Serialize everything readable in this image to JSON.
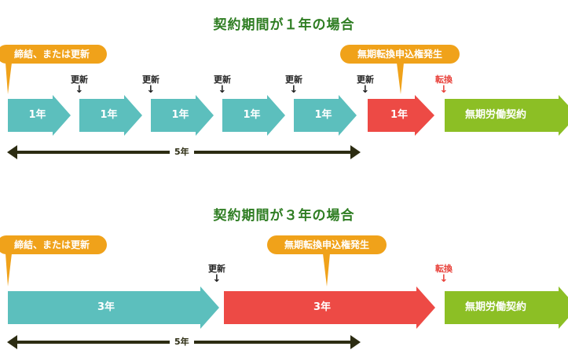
{
  "colors": {
    "teal": "#5cbfbd",
    "red": "#ed4a45",
    "green": "#8cbf25",
    "orange": "#f0a21a",
    "title_green": "#2e7d22",
    "dark_arrow": "#2c2c12"
  },
  "section1": {
    "title": "契約期間が１年の場合",
    "callout_start": "締結、または更新",
    "callout_right": "無期転換申込権発生",
    "arrows": [
      {
        "label": "1年",
        "color": "teal"
      },
      {
        "label": "1年",
        "color": "teal"
      },
      {
        "label": "1年",
        "color": "teal"
      },
      {
        "label": "1年",
        "color": "teal"
      },
      {
        "label": "1年",
        "color": "teal"
      },
      {
        "label": "1年",
        "color": "red"
      },
      {
        "label": "無期労働契約",
        "color": "green"
      }
    ],
    "renewal_labels": [
      "更新",
      "更新",
      "更新",
      "更新",
      "更新"
    ],
    "conversion_label": "転換",
    "span_label": "5年"
  },
  "section2": {
    "title": "契約期間が３年の場合",
    "callout_start": "締結、または更新",
    "callout_right": "無期転換申込権発生",
    "arrows": [
      {
        "label": "3年",
        "color": "teal"
      },
      {
        "label": "3年",
        "color": "red"
      },
      {
        "label": "無期労働契約",
        "color": "green"
      }
    ],
    "renewal_labels": [
      "更新"
    ],
    "conversion_label": "転換",
    "span_label": "5年"
  },
  "mark_symbol": "↓"
}
